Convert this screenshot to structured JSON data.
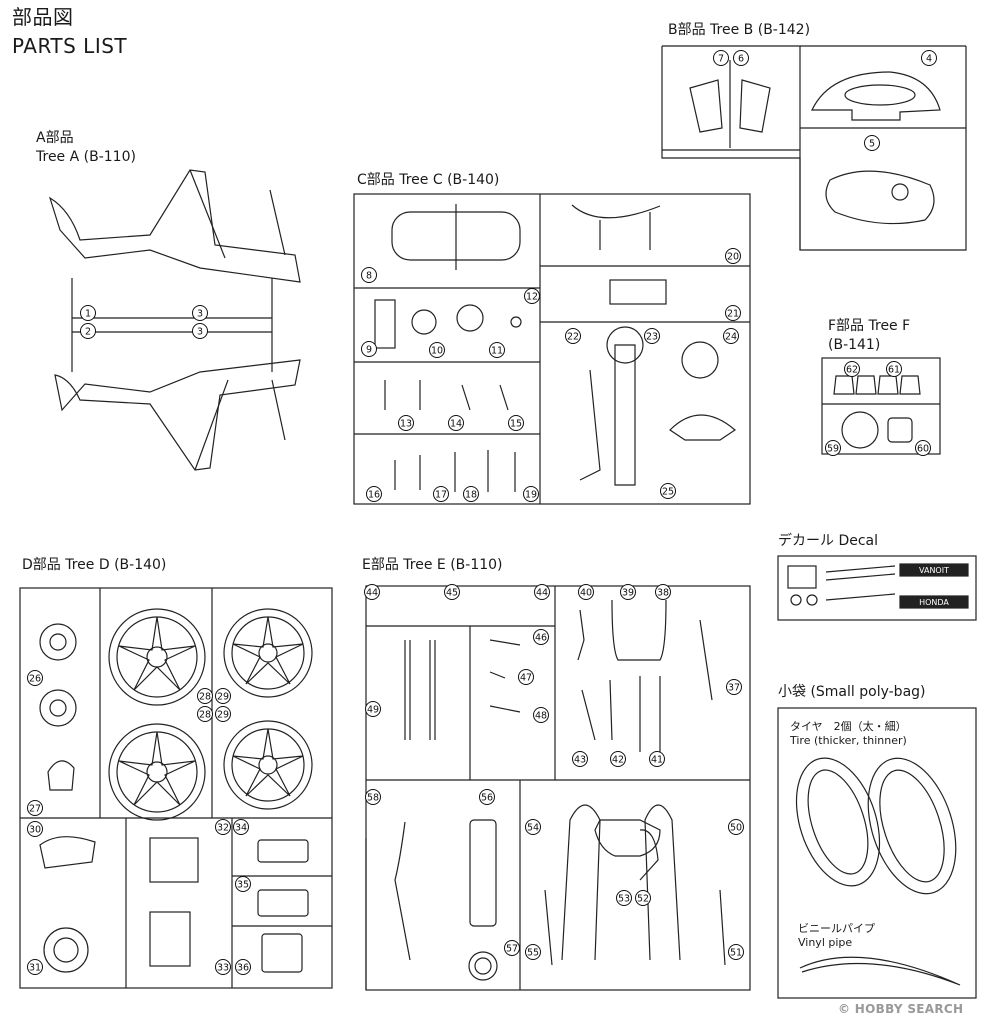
{
  "title": {
    "ja": "部品図",
    "en": "PARTS LIST"
  },
  "trees": {
    "A": {
      "line1": "A部品",
      "line2": "Tree A (B-110)"
    },
    "B": {
      "label": "B部品 Tree B (B-142)"
    },
    "C": {
      "label": "C部品 Tree C (B-140)"
    },
    "D": {
      "label": "D部品 Tree D (B-140)"
    },
    "E": {
      "label": "E部品 Tree E (B-110)"
    },
    "F": {
      "line1": "F部品 Tree F",
      "line2": "(B-141)"
    }
  },
  "decal": {
    "label": "デカール Decal",
    "texts": [
      "VANOIT",
      "HONDA"
    ]
  },
  "polybag": {
    "label": "小袋 (Small poly-bag)",
    "tire_ja": "タイヤ　2個（太・細）",
    "tire_en": "Tire (thicker, thinner)",
    "pipe_ja": "ビニールパイプ",
    "pipe_en": "Vinyl pipe"
  },
  "watermark": "© HOBBY SEARCH",
  "part_numbers": {
    "A": [
      "1",
      "2",
      "3",
      "3"
    ],
    "B": [
      "7",
      "6",
      "4",
      "5"
    ],
    "C": [
      "8",
      "12",
      "9",
      "10",
      "11",
      "20",
      "21",
      "22",
      "23",
      "24",
      "13",
      "14",
      "15",
      "16",
      "17",
      "18",
      "19",
      "25"
    ],
    "D": [
      "26",
      "28",
      "29",
      "28",
      "29",
      "27",
      "30",
      "32",
      "34",
      "35",
      "31",
      "33",
      "36"
    ],
    "E": [
      "44",
      "45",
      "44",
      "40",
      "39",
      "38",
      "46",
      "47",
      "48",
      "49",
      "37",
      "43",
      "42",
      "41",
      "58",
      "56",
      "54",
      "50",
      "53",
      "52",
      "57",
      "55",
      "51"
    ],
    "F": [
      "62",
      "61",
      "59",
      "60"
    ]
  }
}
